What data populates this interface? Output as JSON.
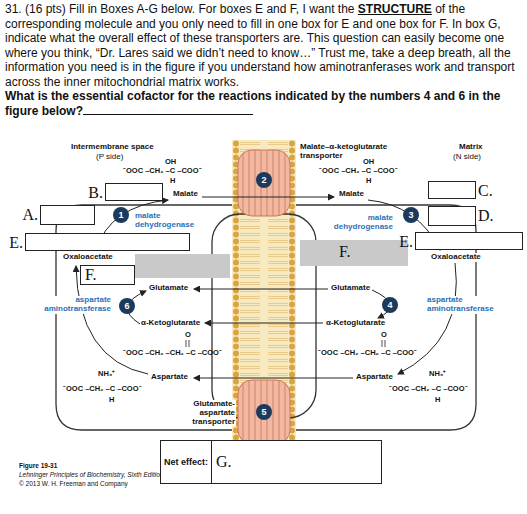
{
  "diagram": {
    "nodes": [
      {
        "text": [
          "B."
        ]
      },
      {
        "text": [
          "C."
        ]
      },
      {
        "text": [
          "A."
        ]
      },
      {
        "text": [
          "1"
        ]
      },
      {
        "text": [
          "2"
        ]
      },
      {
        "text": [
          "3"
        ]
      },
      {
        "text": [
          "D."
        ]
      },
      {
        "text": [
          "E."
        ]
      },
      {
        "text": [
          "E."
        ]
      },
      {
        "text": [
          "F."
        ]
      },
      {
        "text": [
          "F."
        ]
      },
      {
        "text": [
          "6"
        ]
      },
      {
        "text": [
          "4"
        ]
      },
      {
        "text": [
          "5"
        ]
      },
      {
        "text": [
          "Net effect:",
          "G."
        ]
      }
    ],
    "labels": [
      "31. (16 pts) Fill in Boxes A-G below.  For boxes E and F, I want the",
      "STRUCTURE",
      "of the corresponding molecule and you only need to fill in one box for E and one box for F.  In box G, indicate what the overall effect of these transporters are.  This question can easily become one where you think, “Dr. Lares said we didn’t need to know…” Trust me, take a deep breath, all the information you need is in the figure if you understand how aminotranferases work and transport across the inner mitochondrial matrix works.",
      "What is the essential cofactor for the reactions indicated by the numbers 4 and 6 in the figure below?",
      "Intermembrane space",
      "(P side)",
      "Malate–α-ketoglutarate transporter",
      "Matrix",
      "(N side)",
      "OH",
      "⁻OOC –CH₂ –C –COO⁻",
      "H",
      "OH",
      "⁻OOC –CH₂ –C –COO⁻",
      "H",
      "Malate",
      "Malate",
      "malate dehydrogenase",
      "malate dehydrogenase",
      "Oxaloacetate",
      "Oxaloacetate",
      "Glutamate",
      "Glutamate",
      "aspartate aminotransferase",
      "aspartate aminotransferase",
      "α-Ketoglutarate",
      "α-Ketoglutarate",
      "O",
      "⁻OOC –CH₂ –CH₂ –C –COO⁻",
      "O",
      "⁻OOC –CH₂ –CH₂ –C –COO⁻",
      "NH₃⁺",
      "Aspartate",
      "⁻OOC –CH₂ –C –COO⁻",
      "H",
      "Aspartate",
      "NH₃⁺",
      "⁻OOC –CH₂ –C –COO⁻",
      "H",
      "Glutamate-aspartate transporter",
      "Figure 19-31",
      "Lehninger Principles of Biochemistry, Sixth Edition",
      "© 2013 W. H. Freeman and Company"
    ]
  }
}
